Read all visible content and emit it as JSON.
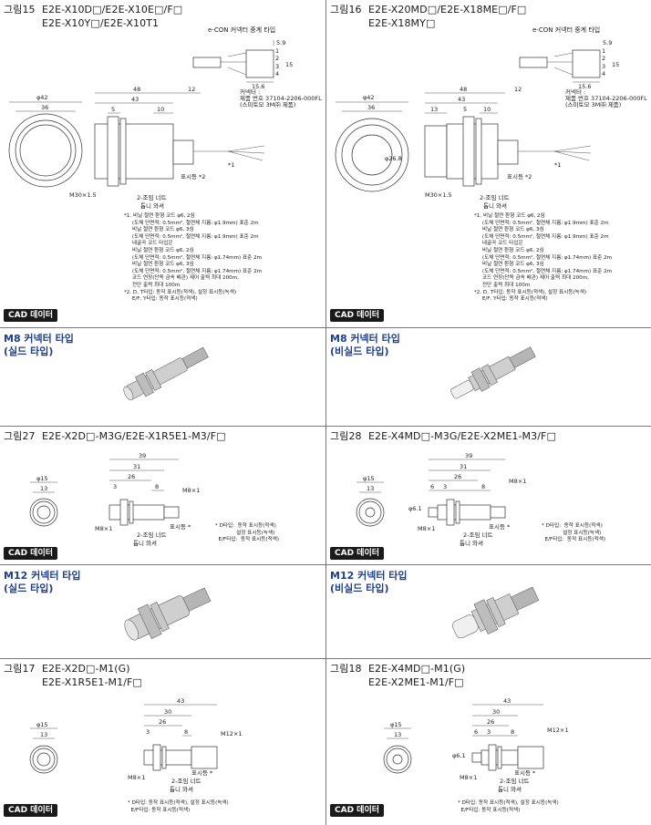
{
  "fig15": {
    "label": "그림15",
    "title1": "E2E-X10D□/E2E-X10E□/F□",
    "title2": "E2E-X10Y□/E2E-X10T1",
    "econ": "e-CON 커넥터 중계 타입",
    "dims": {
      "d42": "φ42",
      "d36": "36",
      "d48": "48",
      "d43": "43",
      "d12": "12",
      "d5": "5",
      "d10": "10",
      "m30": "M30×1.5",
      "d59": "5.9",
      "d15": "15",
      "d156": "15.6",
      "n1": "1",
      "n2": "2",
      "n3": "3",
      "n4": "4"
    },
    "callouts": {
      "indicator": "표시등 *2",
      "star1": "*1",
      "nut": "2-조임 너트",
      "washer": "톱니 와셔"
    },
    "connector_note": "커넥터 :\n제품 번호 37104-2206-000FL\n(스미토모 3M㈜ 제품)",
    "notes": "*1. 비닐 절연 환형 코드 φ6, 2심\n     (도체 단면적: 0.5mm², 절연체 지름: φ1.9mm) 표준 2m\n     비닐 절연 환형 코드 φ6, 3심\n     (도체 단면적: 0.5mm², 절연체 지름: φ1.9mm) 표준 2m\n     내굴곡 코드 타입은\n     비닐 절연 환형 코드 φ6, 2심\n     (도체 단면적: 0.5mm², 절연체 지름: φ1.74mm) 표준 2m\n     비닐 절연 환형 코드 φ6, 3심\n     (도체 단면적: 0.5mm², 절연체 지름: φ1.74mm) 표준 2m\n     코드 연장(단독 금속 배관) 제어 출력 최대 200m,\n     전단 출력 최대 100m\n*2. D, T타입: 동작 표시등(적색), 설정 표시등(녹색)\n     E/F, Y타입: 동작 표시등(적색)",
    "cad": "CAD 데이터"
  },
  "fig16": {
    "label": "그림16",
    "title1": "E2E-X20MD□/E2E-X18ME□/F□",
    "title2": "E2E-X18MY□",
    "econ": "e-CON 커넥터 중계 타입",
    "dims": {
      "d42": "φ42",
      "d36": "36",
      "d48": "48",
      "d43": "43",
      "d12": "12",
      "d13": "13",
      "d5": "5",
      "d10": "10",
      "d268": "φ26.8",
      "m30": "M30×1.5",
      "d59": "5.9",
      "d15": "15",
      "d156": "15.6",
      "n1": "1",
      "n2": "2",
      "n3": "3",
      "n4": "4"
    },
    "callouts": {
      "indicator": "표시등 *2",
      "star1": "*1",
      "nut": "2-조임 너트",
      "washer": "톱니 와셔"
    },
    "connector_note": "커넥터 :\n제품 번호 37104-2206-000FL\n(스미토모 3M㈜ 제품)",
    "notes": "*1. 비닐 절연 환형 코드 φ6, 2심\n     (도체 단면적: 0.5mm², 절연체 지름: φ1.9mm) 표준 2m\n     비닐 절연 환형 코드 φ6, 3심\n     (도체 단면적: 0.5mm², 절연체 지름: φ1.9mm) 표준 2m\n     내굴곡 코드 타입은\n     비닐 절연 환형 코드 φ6, 2심\n     (도체 단면적: 0.5mm², 절연체 지름: φ1.74mm) 표준 2m\n     비닐 절연 환형 코드 φ6, 3심\n     (도체 단면적: 0.5mm², 절연체 지름: φ1.74mm) 표준 2m\n     코드 연장(단독 금속 배관) 제어 출력 최대 200m,\n     전단 출력 최대 100m\n*2. D, T타입: 동작 표시등(적색), 설정 표시등(녹색)\n     E/F, Y타입: 동작 표시등(적색)",
    "cad": "CAD 데이터"
  },
  "m8_shield": {
    "line1": "M8 커넥터 타입",
    "line2": "(실드 타입)"
  },
  "m8_unshield": {
    "line1": "M8 커넥터 타입",
    "line2": "(비실드 타입)"
  },
  "fig27": {
    "label": "그림27",
    "title1": "E2E-X2D□-M3G/E2E-X1R5E1-M3/F□",
    "dims": {
      "d15": "φ15",
      "d13": "13",
      "d39": "39",
      "d31": "31",
      "d26": "26",
      "d3": "3",
      "d8": "8",
      "m8a": "M8×1",
      "m8b": "M8×1"
    },
    "callouts": {
      "indicator": "표시등 *",
      "nut": "2-조임 너트",
      "washer": "톱니 와셔"
    },
    "notes": "* D타입:  동작 표시등(적색)\n             설정 표시등(녹색)\n  E/F타입:  동작 표시등(적색)",
    "cad": "CAD 데이터"
  },
  "fig28": {
    "label": "그림28",
    "title1": "E2E-X4MD□-M3G/E2E-X2ME1-M3/F□",
    "dims": {
      "d15": "φ15",
      "d13": "13",
      "d39": "39",
      "d31": "31",
      "d26": "26",
      "d3": "3",
      "d6": "6",
      "d8": "8",
      "d61": "φ6.1",
      "m8a": "M8×1",
      "m8b": "M8×1"
    },
    "callouts": {
      "indicator": "표시등 *",
      "nut": "2-조임 너트",
      "washer": "톱니 와셔"
    },
    "notes": "* D타입:  동작 표시등(적색)\n             설정 표시등(녹색)\n  E/F타입:  동작 표시등(적색)",
    "cad": "CAD 데이터"
  },
  "m12_shield": {
    "line1": "M12 커넥터 타입",
    "line2": "(실드 타입)"
  },
  "m12_unshield": {
    "line1": "M12 커넥터 타입",
    "line2": "(비실드 타입)"
  },
  "fig17": {
    "label": "그림17",
    "title1": "E2E-X2D□-M1(G)",
    "title2": "E2E-X1R5E1-M1/F□",
    "dims": {
      "d15": "φ15",
      "d13": "13",
      "d43": "43",
      "d30": "30",
      "d26": "26",
      "d3": "3",
      "d8": "8",
      "m12": "M12×1",
      "m8": "M8×1"
    },
    "callouts": {
      "indicator": "표시등 *",
      "nut": "2-조임 너트",
      "washer": "톱니 와셔"
    },
    "notes": "* D타입: 동작 표시등(적색), 설정 표시등(녹색)\n  E/F타입: 동작 표시등(적색)",
    "cad": "CAD 데이터"
  },
  "fig18": {
    "label": "그림18",
    "title1": "E2E-X4MD□-M1(G)",
    "title2": "E2E-X2ME1-M1/F□",
    "dims": {
      "d15": "φ15",
      "d13": "13",
      "d43": "43",
      "d30": "30",
      "d26": "26",
      "d3": "3",
      "d6": "6",
      "d8": "8",
      "d61": "φ6.1",
      "m12": "M12×1",
      "m8": "M8×1"
    },
    "callouts": {
      "indicator": "표시등 *",
      "nut": "2-조임 너트",
      "washer": "톱니 와셔"
    },
    "notes": "* D타입: 동작 표시등(적색), 설정 표시등(녹색)\n  E/F타입: 동작 표시등(적색)",
    "cad": "CAD 데이터"
  }
}
